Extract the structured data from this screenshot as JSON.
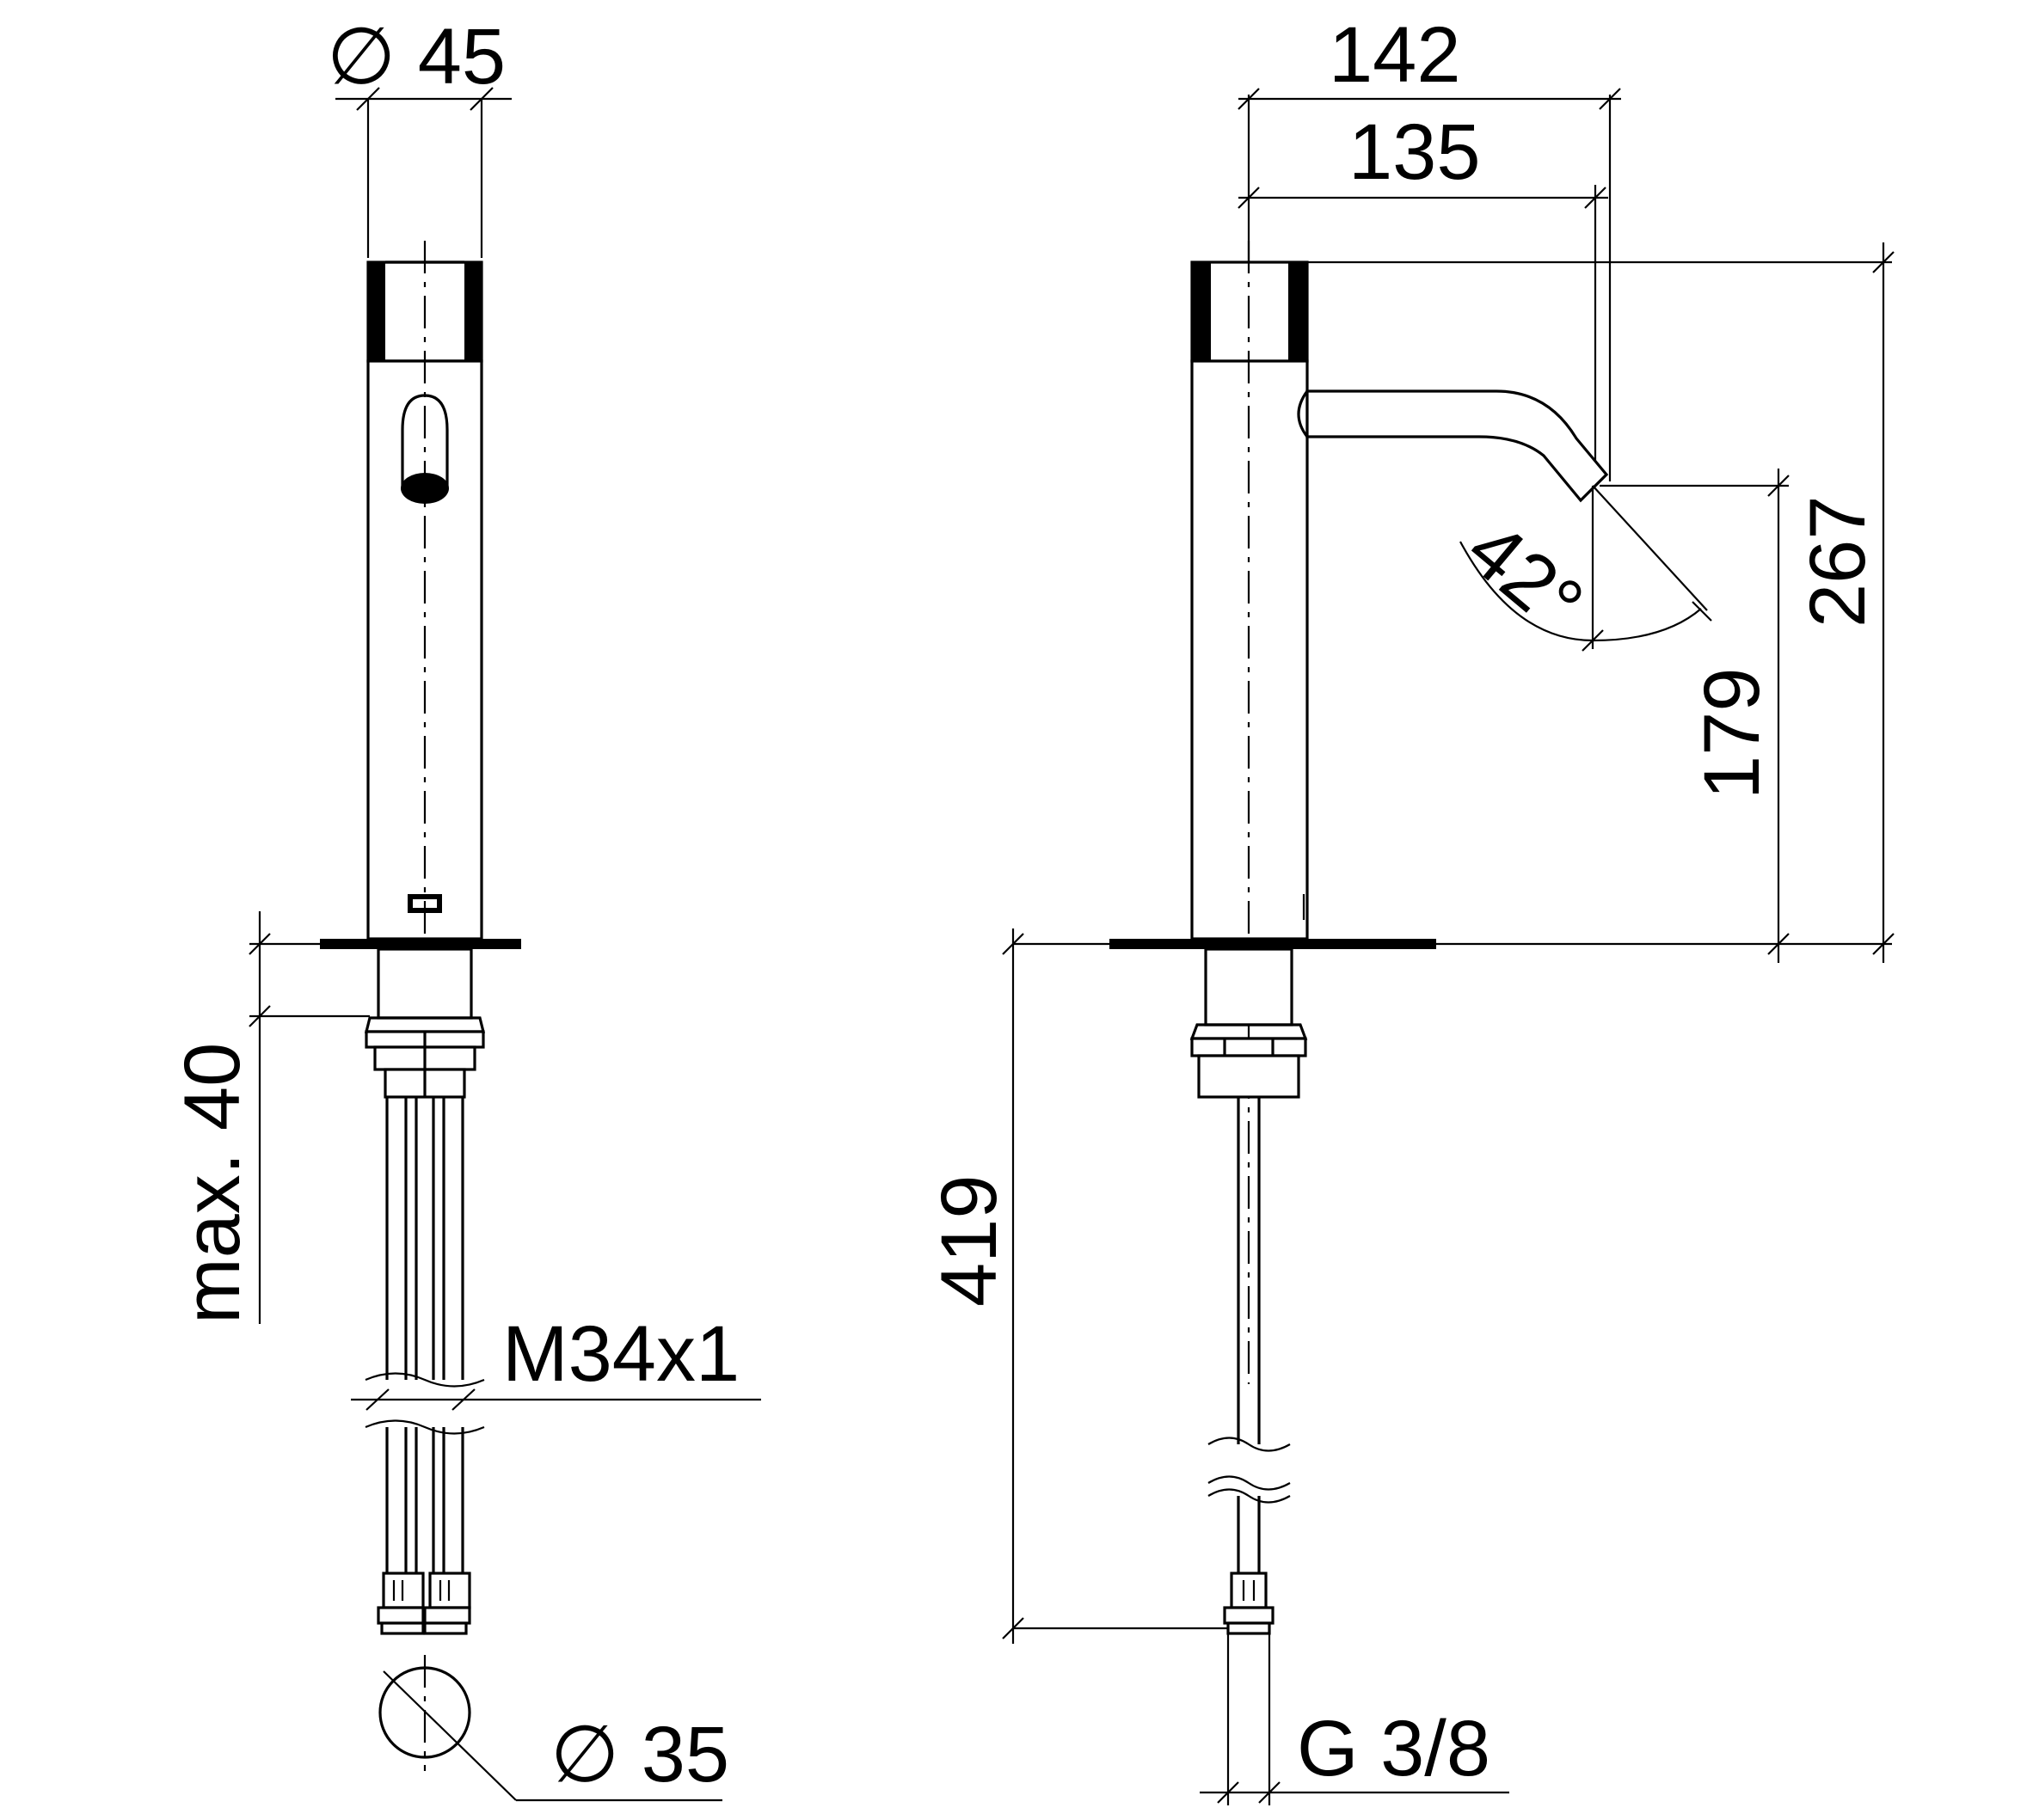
{
  "labels": {
    "dia45": "∅ 45",
    "max40": "max. 40",
    "m34": "M34x1",
    "dia35": "∅ 35",
    "d142": "142",
    "d135": "135",
    "d42": "42°",
    "d267": "267",
    "d179": "179",
    "d419": "419",
    "g38": "G 3/8"
  },
  "colors": {
    "line": "#000000",
    "background": "#ffffff"
  }
}
